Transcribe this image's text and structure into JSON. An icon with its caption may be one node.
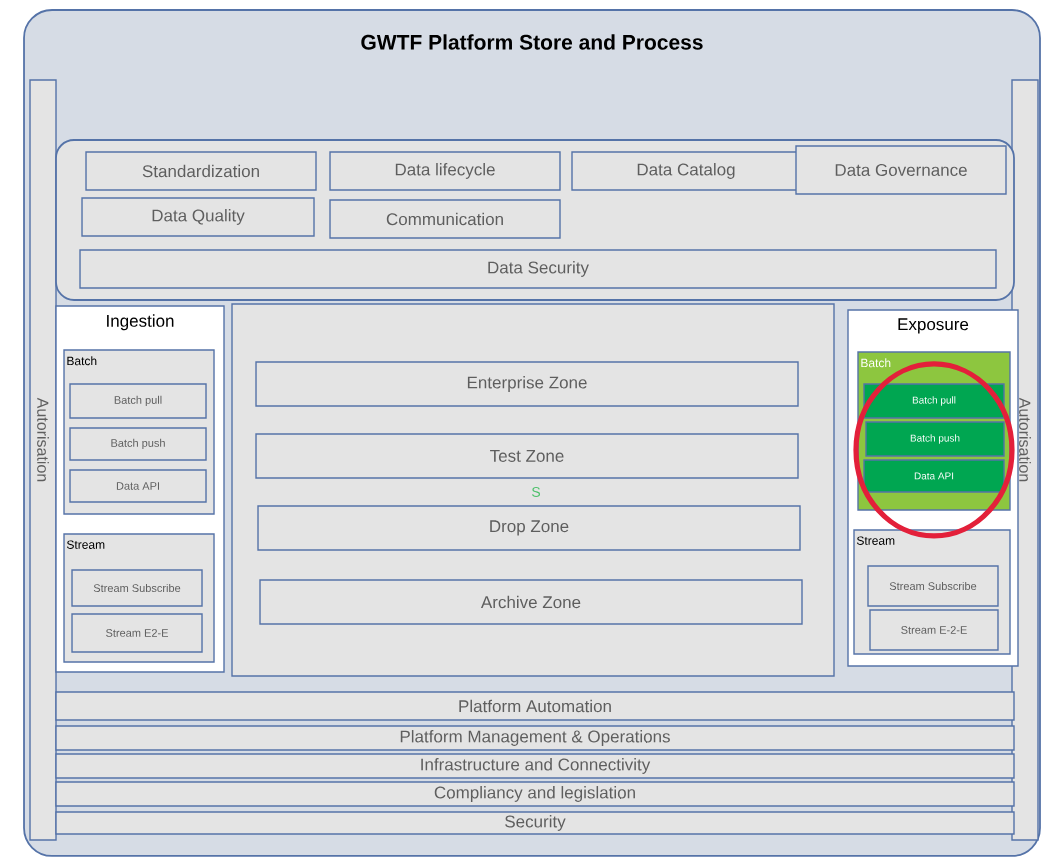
{
  "diagram": {
    "nodes": [
      {
        "text": [
          "GWTF Platform Store and Process"
        ]
      },
      {
        "text": [
          "Autorisation"
        ],
        "in": 0
      },
      {
        "text": [
          "Autorisation"
        ],
        "in": 0
      },
      {
        "text": [],
        "shape": "box",
        "in": 0
      },
      {
        "text": [
          "Standardization"
        ],
        "in": 3
      },
      {
        "text": [
          "Data lifecycle"
        ],
        "in": 3
      },
      {
        "text": [
          "Data Catalog"
        ],
        "in": 3
      },
      {
        "text": [
          "Data Governance"
        ],
        "in": 3
      },
      {
        "text": [
          "Data Quality"
        ],
        "in": 3
      },
      {
        "text": [
          "Communication"
        ],
        "in": 3
      },
      {
        "text": [
          "Data Security"
        ],
        "in": 3
      },
      {
        "text": [
          "Ingestion"
        ],
        "in": 0
      },
      {
        "text": [
          "Batch"
        ],
        "in": 11
      },
      {
        "text": [
          "Batch pull"
        ],
        "in": 12
      },
      {
        "text": [
          "Batch push"
        ],
        "in": 12
      },
      {
        "text": [
          "Data API"
        ],
        "in": 12
      },
      {
        "text": [
          "Stream"
        ],
        "in": 11
      },
      {
        "text": [
          "Stream Subscribe"
        ],
        "in": 16
      },
      {
        "text": [
          "Stream E2-E"
        ],
        "in": 16
      },
      {
        "text": [],
        "shape": "box",
        "in": 0
      },
      {
        "text": [
          "Enterprise Zone"
        ],
        "in": 19
      },
      {
        "text": [
          "Test Zone"
        ],
        "in": 19
      },
      {
        "text": [
          "Drop Zone"
        ],
        "in": 19
      },
      {
        "text": [
          "Archive Zone"
        ],
        "in": 19
      },
      {
        "text": [
          "Exposure"
        ],
        "in": 0
      },
      {
        "text": [
          "Batch"
        ],
        "in": 24
      },
      {
        "text": [
          "Batch pull"
        ],
        "in": 25
      },
      {
        "text": [
          "Batch push"
        ],
        "in": 25
      },
      {
        "text": [
          "Data API"
        ],
        "in": 25
      },
      {
        "text": [
          "Stream"
        ],
        "in": 24
      },
      {
        "text": [
          "Stream Subscribe"
        ],
        "in": 29
      },
      {
        "text": [
          "Stream E-2-E"
        ],
        "in": 29
      },
      {
        "text": [
          "Platform Automation"
        ],
        "in": 0
      },
      {
        "text": [
          "Platform Management & Operations"
        ],
        "in": 0
      },
      {
        "text": [
          "Infrastructure and Connectivity"
        ],
        "in": 0
      },
      {
        "text": [
          "Compliancy and legislation"
        ],
        "in": 0
      },
      {
        "text": [
          "Security"
        ],
        "in": 0
      }
    ],
    "labels": [
      "S"
    ]
  }
}
